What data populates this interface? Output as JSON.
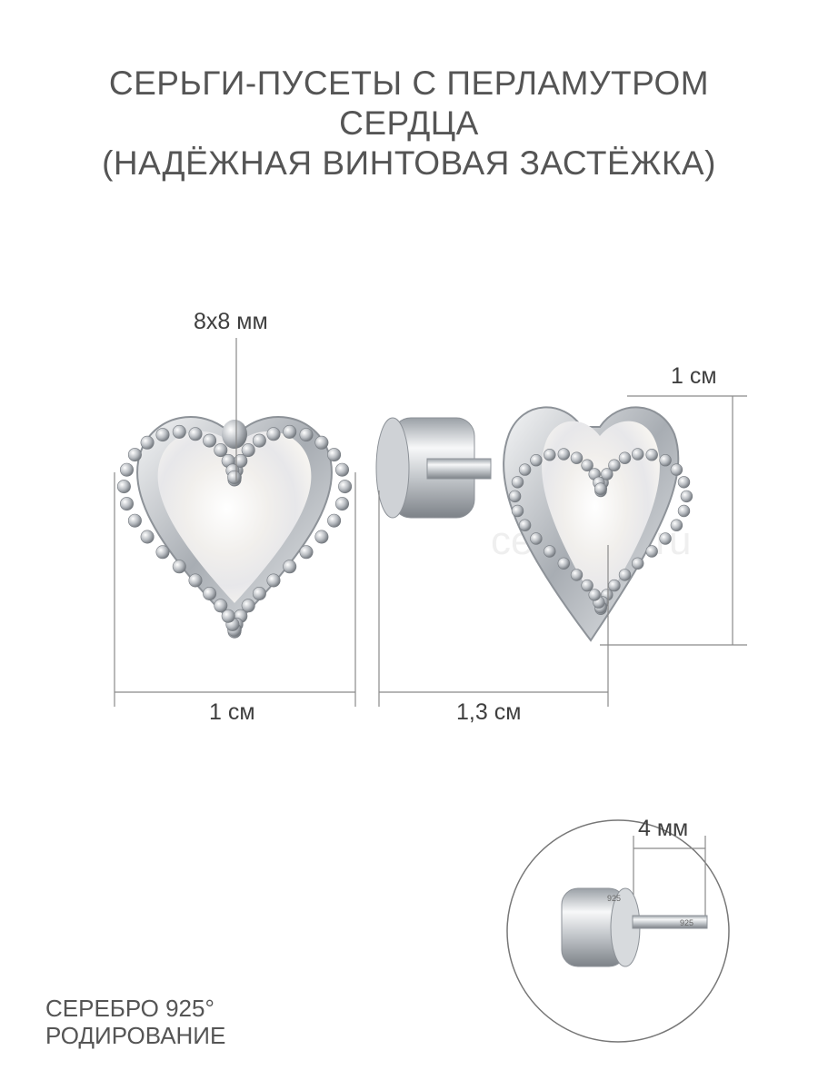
{
  "product": {
    "title_lines": [
      "СЕРЬГИ-ПУСЕТЫ С ПЕРЛАМУТРОМ",
      "СЕРДЦА",
      "(НАДЁЖНАЯ ВИНТОВАЯ ЗАСТЁЖКА)"
    ]
  },
  "dimensions": {
    "insert_size": "8x8 мм",
    "front_width": "1 см",
    "side_width": "1,3 см",
    "height": "1 см",
    "post_length": "4 мм"
  },
  "material": {
    "line1": "СЕРЕБРО 925°",
    "line2": "РОДИРОВАНИЕ"
  },
  "stamp": "925",
  "watermark": "серебро.ru",
  "colors": {
    "text": "#555555",
    "silver": "#c9ccd0",
    "pearl": "#f3f1ee"
  }
}
